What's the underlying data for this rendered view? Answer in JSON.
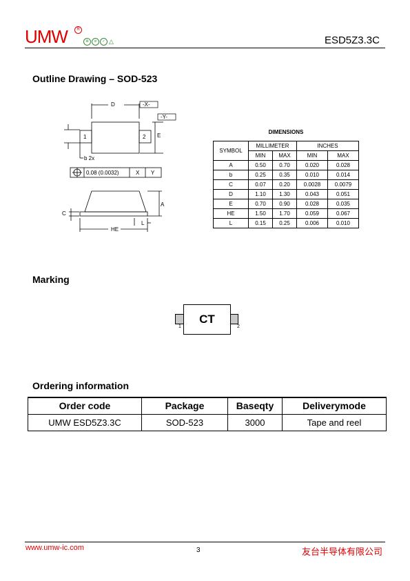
{
  "header": {
    "brand": "UMW",
    "registered": "R",
    "part_number": "ESD5Z3.3C"
  },
  "outline": {
    "title": "Outline Drawing – SOD-523",
    "labels": {
      "D": "D",
      "X": "-X-",
      "Y": "-Y-",
      "E": "E",
      "pin1": "1",
      "pin2": "2",
      "b2x": "b 2x",
      "tol": "0.08 (0.0032)",
      "tolX": "X",
      "tolY": "Y",
      "A": "A",
      "C": "C",
      "L": "L",
      "HE": "HE"
    }
  },
  "dimensions": {
    "title": "DIMENSIONS",
    "symbol_header": "SYMBOL",
    "mm_header": "MILLIMETER",
    "in_header": "INCHES",
    "min": "MIN",
    "max": "MAX",
    "rows": [
      {
        "sym": "A",
        "mm_min": "0.50",
        "mm_max": "0.70",
        "in_min": "0.020",
        "in_max": "0.028"
      },
      {
        "sym": "b",
        "mm_min": "0.25",
        "mm_max": "0.35",
        "in_min": "0.010",
        "in_max": "0.014"
      },
      {
        "sym": "C",
        "mm_min": "0.07",
        "mm_max": "0.20",
        "in_min": "0.0028",
        "in_max": "0.0079"
      },
      {
        "sym": "D",
        "mm_min": "1.10",
        "mm_max": "1.30",
        "in_min": "0.043",
        "in_max": "0.051"
      },
      {
        "sym": "E",
        "mm_min": "0.70",
        "mm_max": "0.90",
        "in_min": "0.028",
        "in_max": "0.035"
      },
      {
        "sym": "HE",
        "mm_min": "1.50",
        "mm_max": "1.70",
        "in_min": "0.059",
        "in_max": "0.067"
      },
      {
        "sym": "L",
        "mm_min": "0.15",
        "mm_max": "0.25",
        "in_min": "0.006",
        "in_max": "0.010"
      }
    ]
  },
  "marking": {
    "title": "Marking",
    "code": "CT",
    "pin1": "1",
    "pin2": "2"
  },
  "ordering": {
    "title": "Ordering information",
    "headers": [
      "Order code",
      "Package",
      "Baseqty",
      "Deliverymode"
    ],
    "rows": [
      [
        "UMW ESD5Z3.3C",
        "SOD-523",
        "3000",
        "Tape and reel"
      ]
    ]
  },
  "footer": {
    "url": "www.umw-ic.com",
    "page": "3",
    "company": "友台半导体有限公司"
  }
}
